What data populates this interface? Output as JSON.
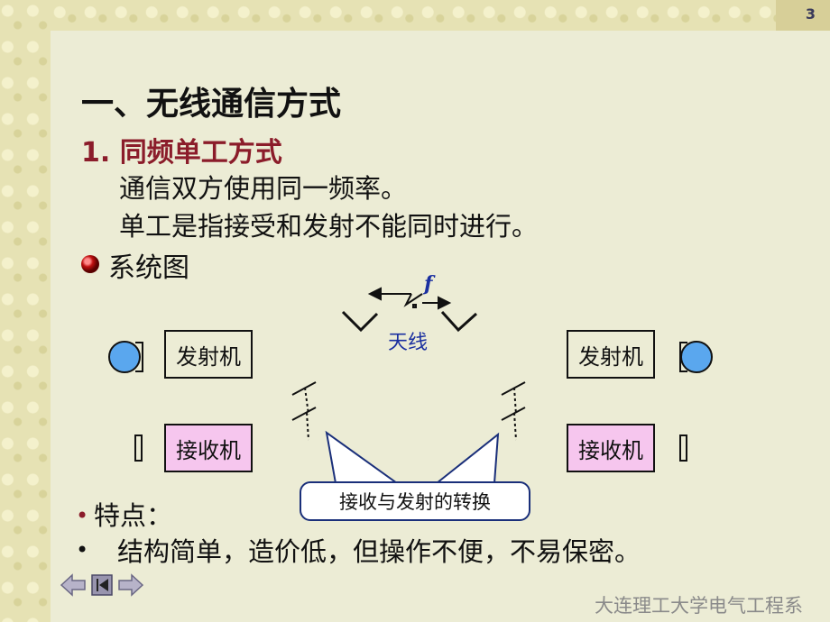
{
  "header": {
    "page_number": "3"
  },
  "slide": {
    "title": "一、无线通信方式",
    "subtitle": "1. 同频单工方式",
    "lines": [
      "通信双方使用同一频率。",
      "单工是指接受和发射不能同时进行。"
    ],
    "system_label": "系统图"
  },
  "diagram": {
    "f_label": "f",
    "antenna_label": "天线",
    "left_tx_label": "发射机",
    "left_rx_label": "接收机",
    "right_tx_label": "发射机",
    "right_rx_label": "接收机",
    "callout_label": "接收与发射的转换",
    "colors": {
      "receiver_fill": "#f6c6ee",
      "speaker_fill": "#5aa7ee",
      "accent_blue": "#1a2fa0"
    }
  },
  "features": {
    "bullet": "•",
    "label": "特点：",
    "desc_bullet": "•",
    "description": "结构简单，造价低，但操作不便，不易保密。"
  },
  "nav": {
    "prev_icon": "arrow-left-icon",
    "home_icon": "first-page-icon",
    "next_icon": "arrow-right-icon"
  },
  "footer": {
    "organization": "大连理工大学电气工程系"
  }
}
